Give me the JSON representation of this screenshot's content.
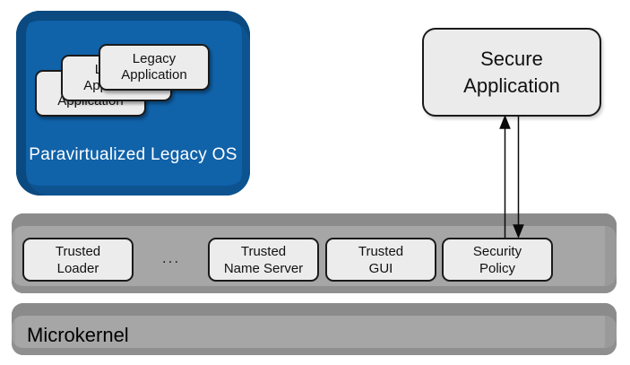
{
  "diagram": {
    "legacy_os": {
      "label": "Paravirtualized Legacy OS",
      "apps": [
        {
          "label": "Legacy\nApplication"
        },
        {
          "label": "Legacy\nApplication"
        },
        {
          "label": "Legacy\nApplication"
        }
      ]
    },
    "secure_app": {
      "label": "Secure\nApplication"
    },
    "services": {
      "ellipsis": "...",
      "items": [
        {
          "label": "Trusted\nLoader"
        },
        {
          "label": "Trusted\nName Server"
        },
        {
          "label": "Trusted\nGUI"
        },
        {
          "label": "Security\nPolicy"
        }
      ]
    },
    "kernel": {
      "label": "Microkernel"
    },
    "colors": {
      "legacy_os_face": "#1062a9",
      "legacy_os_edge": "#0a4a80",
      "bar_face": "#a6a6a6",
      "bar_edge": "#8b8b8b",
      "box_fill": "#ececec",
      "box_border": "#1a1a1a",
      "os_label_text": "#ffffff",
      "arrow": "#0a0a0a"
    }
  }
}
